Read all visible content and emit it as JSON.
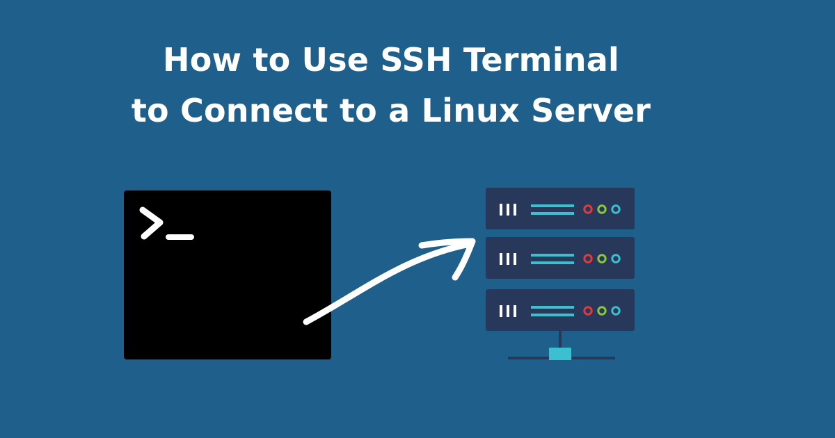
{
  "banner": {
    "title_line_1": "How to Use SSH Terminal",
    "title_line_2": "to Connect to a Linux Server",
    "background_color": "#1f5f8b"
  },
  "terminal": {
    "icon": "terminal-prompt-icon",
    "background_color": "#000000"
  },
  "arrow": {
    "icon": "curved-arrow-icon",
    "color": "#ffffff"
  },
  "server": {
    "icon": "server-rack-icon",
    "unit_count": 3,
    "unit_color": "#28385a",
    "accent_color": "#3cbfcf",
    "led_colors": [
      "#e03b3b",
      "#8cc63f",
      "#3cbfcf"
    ]
  }
}
